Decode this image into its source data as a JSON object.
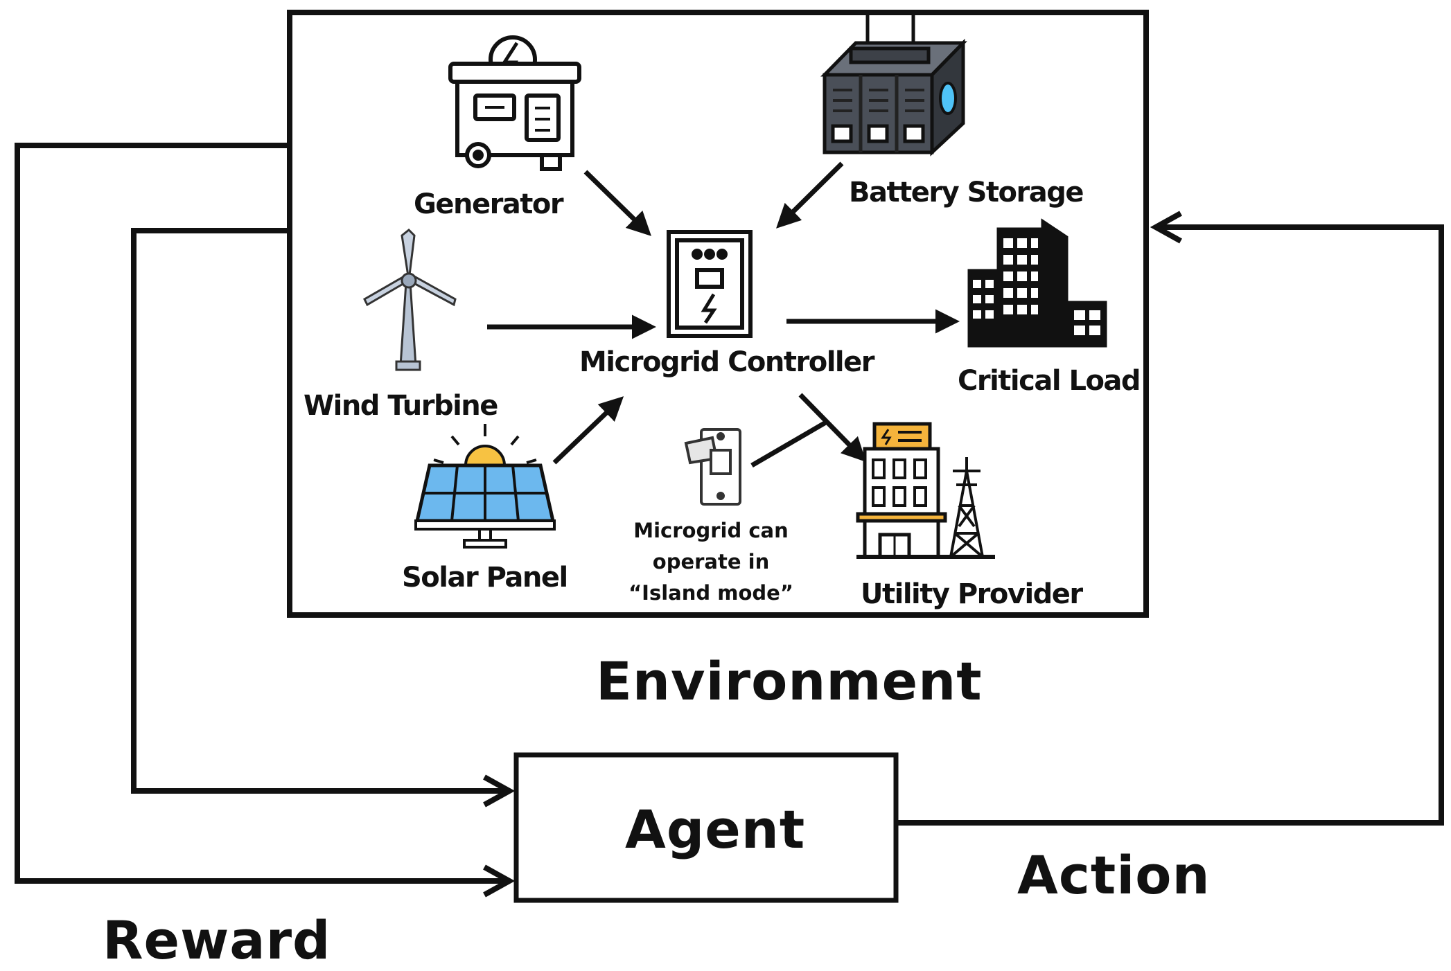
{
  "environment": {
    "label": "Environment",
    "components": {
      "generator": "Generator",
      "battery": "Battery Storage",
      "wind": "Wind Turbine",
      "controller": "Microgrid Controller",
      "critical_load": "Critical Load",
      "solar": "Solar Panel",
      "utility": "Utility Provider"
    },
    "island_note": [
      "Microgrid can",
      "operate in",
      "“Island mode”"
    ]
  },
  "agent": {
    "label": "Agent"
  },
  "loop": {
    "reward_label": "Reward",
    "action_label": "Action"
  },
  "colors": {
    "stroke": "#111111",
    "panel_blue": "#6cb8ee",
    "sun_yellow": "#f7c242",
    "battery_gray": "#4a4f58",
    "battery_accent": "#4fc3f7",
    "utility_orange": "#f5b43c"
  }
}
